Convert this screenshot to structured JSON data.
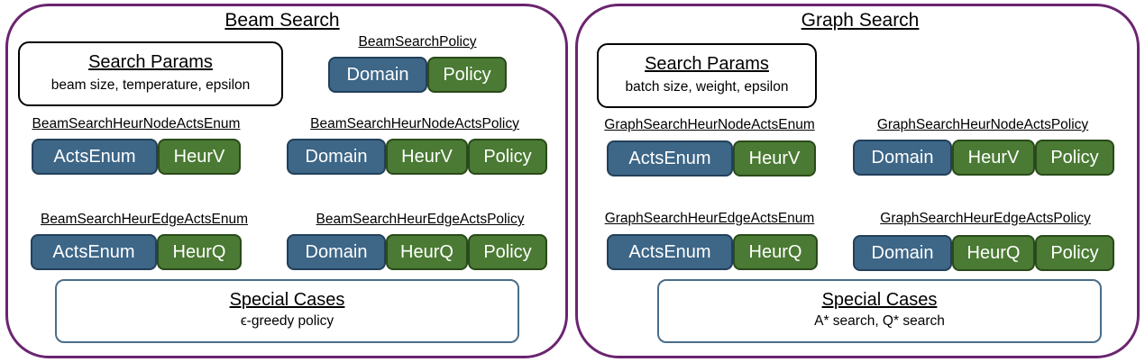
{
  "beam": {
    "title": "Beam Search",
    "params": {
      "heading": "Search Params",
      "text": "beam size, temperature, epsilon"
    },
    "policy": {
      "label": "BeamSearchPolicy",
      "blocks": [
        "Domain",
        "Policy"
      ]
    },
    "node_enum": {
      "label": "BeamSearchHeurNodeActsEnum",
      "blocks": [
        "ActsEnum",
        "HeurV"
      ]
    },
    "node_policy": {
      "label": "BeamSearchHeurNodeActsPolicy",
      "blocks": [
        "Domain",
        "HeurV",
        "Policy"
      ]
    },
    "edge_enum": {
      "label": "BeamSearchHeurEdgeActsEnum",
      "blocks": [
        "ActsEnum",
        "HeurQ"
      ]
    },
    "edge_policy": {
      "label": "BeamSearchHeurEdgeActsPolicy",
      "blocks": [
        "Domain",
        "HeurQ",
        "Policy"
      ]
    },
    "special": {
      "heading": "Special Cases",
      "text": "ϵ-greedy policy"
    }
  },
  "graph": {
    "title": "Graph Search",
    "params": {
      "heading": "Search Params",
      "text": "batch size, weight, epsilon"
    },
    "node_enum": {
      "label": "GraphSearchHeurNodeActsEnum",
      "blocks": [
        "ActsEnum",
        "HeurV"
      ]
    },
    "node_policy": {
      "label": "GraphSearchHeurNodeActsPolicy",
      "blocks": [
        "Domain",
        "HeurV",
        "Policy"
      ]
    },
    "edge_enum": {
      "label": "GraphSearchHeurEdgeActsEnum",
      "blocks": [
        "ActsEnum",
        "HeurQ"
      ]
    },
    "edge_policy": {
      "label": "GraphSearchHeurEdgeActsPolicy",
      "blocks": [
        "Domain",
        "HeurQ",
        "Policy"
      ]
    },
    "special": {
      "heading": "Special Cases",
      "text": "A* search, Q* search"
    }
  },
  "colors": {
    "border": "#6b2470",
    "blue_block": "#3d6687",
    "green_block": "#4a7a33",
    "special_border": "#4a6e8a"
  }
}
